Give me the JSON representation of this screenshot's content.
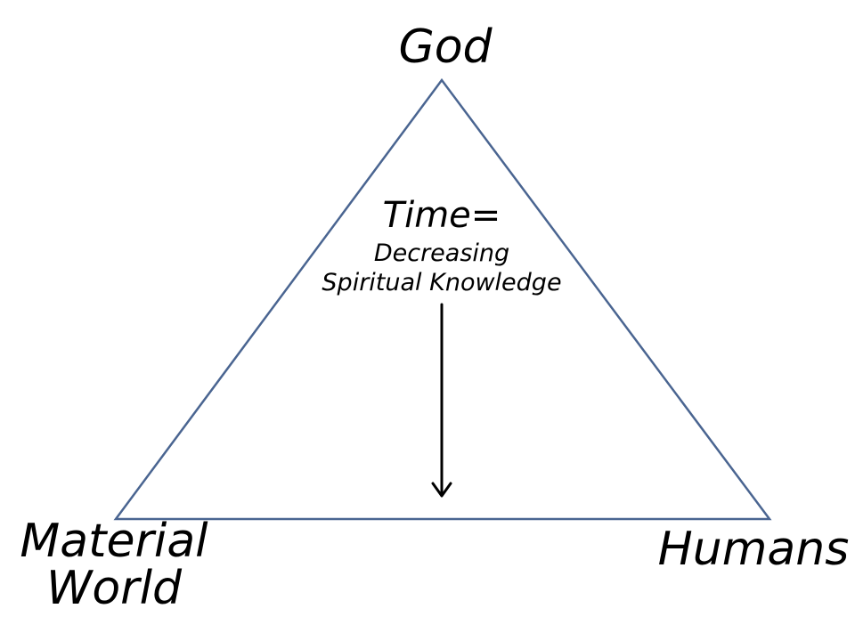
{
  "nodes": {
    "top": {
      "label": "God"
    },
    "bottom_left": {
      "lines": [
        "Material",
        "World"
      ]
    },
    "bottom_right": {
      "label": "Humans"
    }
  },
  "center_note": {
    "heading": "Time=",
    "lines": [
      "Decreasing",
      "Spiritual Knowledge"
    ]
  },
  "colors": {
    "triangle_stroke": "#4a6591",
    "text": "#000000",
    "arrow": "#000000"
  }
}
